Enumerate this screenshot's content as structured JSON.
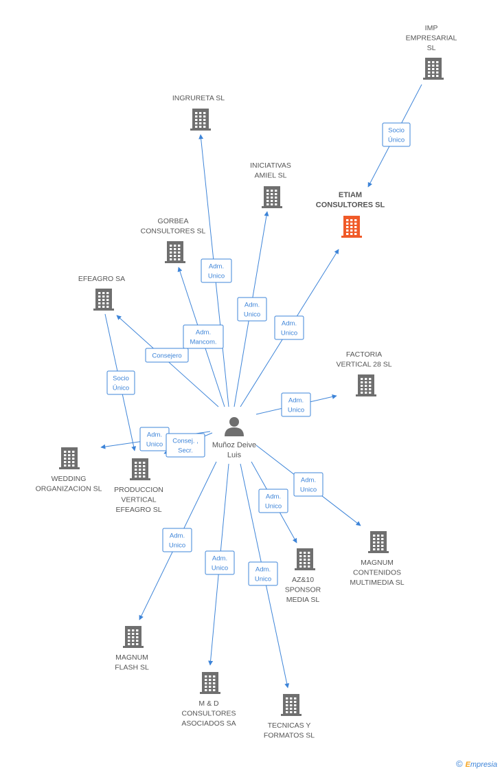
{
  "colors": {
    "edge": "#3d84d8",
    "building": "#6f6f6f",
    "building_focus": "#f05a28",
    "person": "#6f6f6f"
  },
  "person": {
    "label": [
      "Muñoz Deive",
      "Luis"
    ]
  },
  "nodes": [
    {
      "id": "imp",
      "label": [
        "IMP",
        "EMPRESARIAL",
        "SL"
      ],
      "focus": false
    },
    {
      "id": "ingrureta",
      "label": [
        "INGRURETA SL"
      ],
      "focus": false
    },
    {
      "id": "iniciativas",
      "label": [
        "INICIATIVAS",
        "AMIEL SL"
      ],
      "focus": false
    },
    {
      "id": "etiam",
      "label": [
        "ETIAM",
        "CONSULTORES SL"
      ],
      "focus": true
    },
    {
      "id": "gorbea",
      "label": [
        "GORBEA",
        "CONSULTORES SL"
      ],
      "focus": false
    },
    {
      "id": "efeagro",
      "label": [
        "EFEAGRO SA"
      ],
      "focus": false
    },
    {
      "id": "factoria",
      "label": [
        "FACTORIA",
        "VERTICAL 28  SL"
      ],
      "focus": false
    },
    {
      "id": "wedding",
      "label": [
        "WEDDING",
        "ORGANIZACION SL"
      ],
      "focus": false
    },
    {
      "id": "produccion",
      "label": [
        "PRODUCCION",
        "VERTICAL",
        "EFEAGRO  SL"
      ],
      "focus": false
    },
    {
      "id": "magnum_cont",
      "label": [
        "MAGNUM",
        "CONTENIDOS",
        "MULTIMEDIA SL"
      ],
      "focus": false
    },
    {
      "id": "az10",
      "label": [
        "AZ&10",
        "SPONSOR",
        "MEDIA SL"
      ],
      "focus": false
    },
    {
      "id": "magnum_flash",
      "label": [
        "MAGNUM",
        "FLASH SL"
      ],
      "focus": false
    },
    {
      "id": "md",
      "label": [
        "M & D",
        "CONSULTORES",
        "ASOCIADOS SA"
      ],
      "focus": false
    },
    {
      "id": "tecnicas",
      "label": [
        "TECNICAS Y",
        "FORMATOS SL"
      ],
      "focus": false
    }
  ],
  "edges": [
    {
      "from": "imp",
      "to": "etiam",
      "label": [
        "Socio",
        "Único"
      ]
    },
    {
      "from": "person",
      "to": "ingrureta",
      "label": [
        "Adm.",
        "Unico"
      ]
    },
    {
      "from": "person",
      "to": "iniciativas",
      "label": [
        "Adm.",
        "Unico"
      ]
    },
    {
      "from": "person",
      "to": "etiam",
      "label": [
        "Adm.",
        "Unico"
      ]
    },
    {
      "from": "person",
      "to": "gorbea",
      "label": [
        "Adm.",
        "Mancom."
      ]
    },
    {
      "from": "person",
      "to": "efeagro",
      "label": [
        "Consejero"
      ]
    },
    {
      "from": "person",
      "to": "factoria",
      "label": [
        "Adm.",
        "Unico"
      ]
    },
    {
      "from": "efeagro",
      "to": "produccion",
      "label": [
        "Socio",
        "Único"
      ]
    },
    {
      "from": "person",
      "to": "wedding",
      "label": [
        "Adm.",
        "Unico"
      ]
    },
    {
      "from": "person",
      "to": "produccion",
      "label": [
        "Consej. ,",
        "Secr."
      ]
    },
    {
      "from": "person",
      "to": "magnum_cont",
      "label": [
        "Adm.",
        "Unico"
      ]
    },
    {
      "from": "person",
      "to": "az10",
      "label": [
        "Adm.",
        "Unico"
      ]
    },
    {
      "from": "person",
      "to": "magnum_flash",
      "label": [
        "Adm.",
        "Unico"
      ]
    },
    {
      "from": "person",
      "to": "md",
      "label": [
        "Adm.",
        "Unico"
      ]
    },
    {
      "from": "person",
      "to": "tecnicas",
      "label": [
        "Adm.",
        "Unico"
      ]
    }
  ],
  "footer": {
    "copyright": "©",
    "brand_e": "E",
    "brand_rest": "mpresia"
  }
}
